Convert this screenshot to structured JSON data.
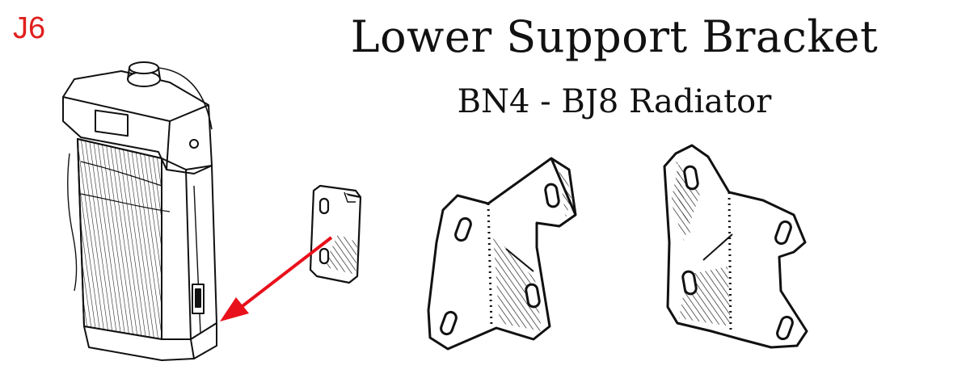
{
  "reference_code": "J6",
  "title": "Lower Support Bracket",
  "subtitle": "BN4 - BJ8 Radiator",
  "colors": {
    "reference_code": "#e0201e",
    "arrow": "#e8101a",
    "ink": "#111111"
  }
}
